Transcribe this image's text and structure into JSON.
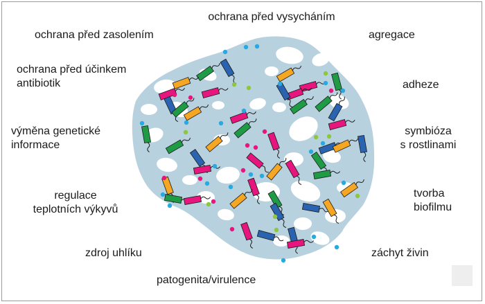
{
  "labels": {
    "top_center": "ochrana před vysycháním",
    "top_left": "ochrana před zasolením",
    "left_1": [
      "ochrana před účinkem",
      "antibiotik"
    ],
    "left_2": [
      "výměna genetické",
      "informace"
    ],
    "left_3": [
      "regulace",
      "teplotních výkyvů"
    ],
    "bottom_left": "zdroj uhlíku",
    "bottom_center": "patogenita/virulence",
    "top_right": "agregace",
    "right_1": "adheze",
    "right_2": [
      "symbióza",
      "s rostlinami"
    ],
    "right_3": [
      "tvorba",
      "biofilmu"
    ],
    "bottom_right": "záchyt živin"
  },
  "colors": {
    "matrix": "#b8d1df",
    "cell_orange": "#f5a623",
    "cell_pink": "#e6167e",
    "cell_green": "#1f9a45",
    "cell_blue": "#2a63b0",
    "dot_cyan": "#27a9e1",
    "dot_pink": "#e6167e",
    "dot_green": "#8dc63f",
    "hole": "#ffffff"
  }
}
